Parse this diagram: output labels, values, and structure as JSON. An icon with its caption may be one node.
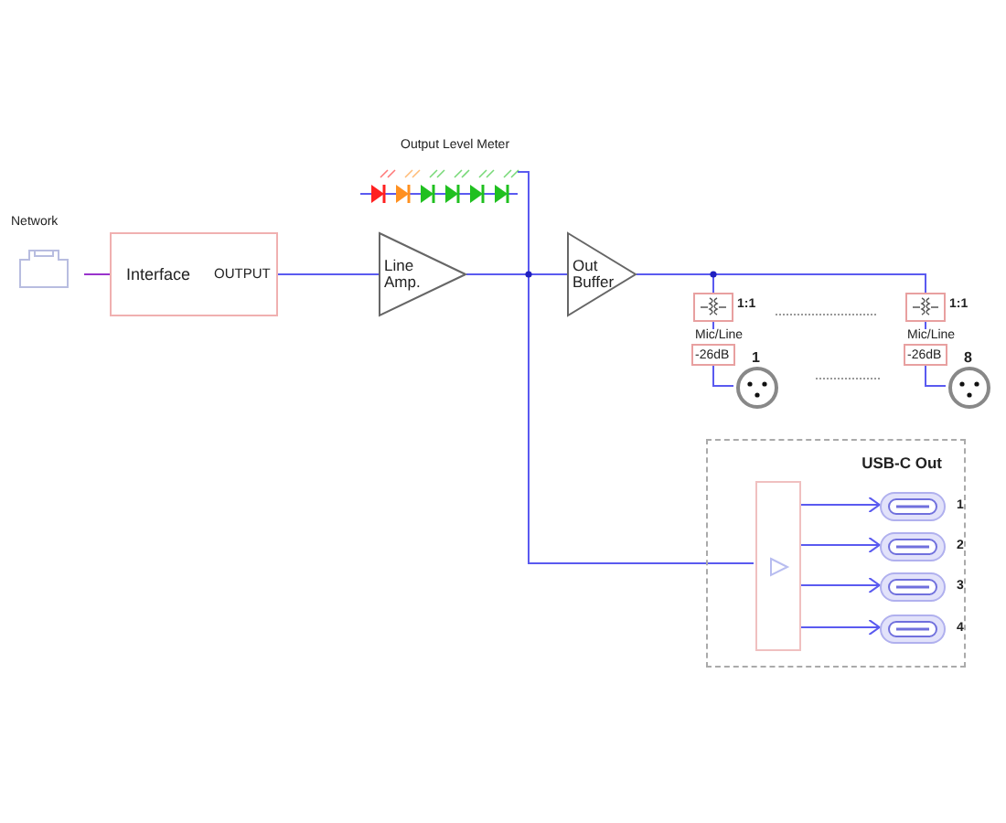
{
  "diagram": {
    "nodes": [
      {
        "text": [
          "Network"
        ]
      },
      {
        "text": [
          "Interface",
          "OUTPUT"
        ]
      },
      {
        "text": [
          "Line Amp."
        ]
      },
      {
        "text": [
          "Output Level Meter"
        ]
      },
      {
        "text": [
          "Out Buffer"
        ]
      },
      {
        "text": [
          "1:1"
        ]
      },
      {
        "text": [
          "Mic/Line",
          "-26dB"
        ]
      },
      {
        "text": [
          "1"
        ]
      },
      {
        "text": [
          "1:1"
        ]
      },
      {
        "text": [
          "Mic/Line",
          "-26dB"
        ]
      },
      {
        "text": [
          "8"
        ]
      },
      {
        "text": [
          "USB-C Out"
        ]
      },
      {
        "text": [],
        "shape": "box",
        "in": 11
      },
      {
        "text": [],
        "shape": "box",
        "in": 11,
        "beside": [
          "1"
        ]
      },
      {
        "text": [],
        "shape": "box",
        "in": 11,
        "beside": [
          "2"
        ]
      },
      {
        "text": [],
        "shape": "box",
        "in": 11,
        "beside": [
          "3"
        ]
      },
      {
        "text": [],
        "shape": "box",
        "in": 11,
        "beside": [
          "4"
        ]
      }
    ],
    "edges": [
      {
        "from": 0,
        "to": 1,
        "arrow": "none",
        "color": "#9933cc"
      },
      {
        "from": 1,
        "to": 2,
        "arrow": "none"
      },
      {
        "from": 2,
        "to": 4,
        "arrow": "none"
      },
      {
        "from": 2,
        "to": 3,
        "arrow": "none"
      },
      {
        "from": 2,
        "to": 12,
        "arrow": "none"
      },
      {
        "from": 4,
        "to": 5,
        "arrow": "none"
      },
      {
        "from": 5,
        "to": 6,
        "arrow": "none"
      },
      {
        "from": 6,
        "to": 7,
        "arrow": "none"
      },
      {
        "from": 4,
        "to": 8,
        "arrow": "none"
      },
      {
        "from": 8,
        "to": 9,
        "arrow": "none"
      },
      {
        "from": 9,
        "to": 10,
        "arrow": "none"
      },
      {
        "from": 12,
        "to": 13,
        "arrow": "to"
      },
      {
        "from": 12,
        "to": 14,
        "arrow": "to"
      },
      {
        "from": 12,
        "to": 15,
        "arrow": "to"
      },
      {
        "from": 12,
        "to": 16,
        "arrow": "to"
      }
    ]
  }
}
